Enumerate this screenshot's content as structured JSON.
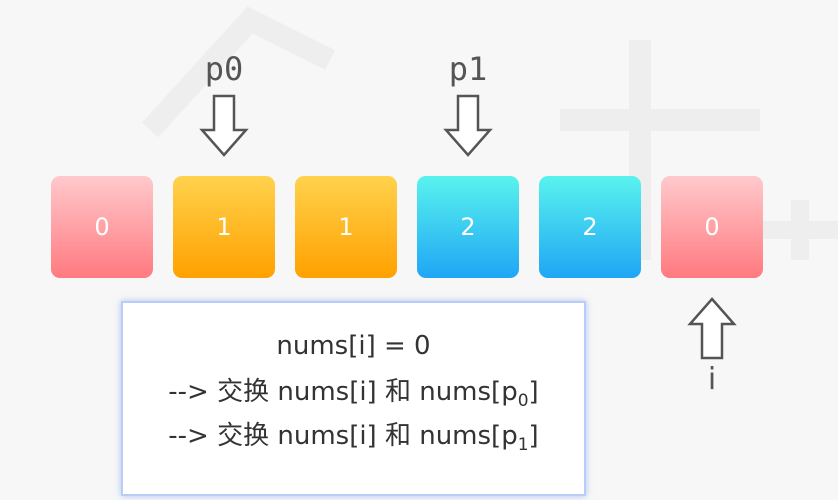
{
  "array": [
    {
      "value": "0",
      "color": "red"
    },
    {
      "value": "1",
      "color": "yellow"
    },
    {
      "value": "1",
      "color": "yellow"
    },
    {
      "value": "2",
      "color": "cyan"
    },
    {
      "value": "2",
      "color": "cyan"
    },
    {
      "value": "0",
      "color": "red"
    }
  ],
  "pointers": {
    "p0": {
      "label": "p0",
      "index": 1
    },
    "p1": {
      "label": "p1",
      "index": 3
    },
    "i": {
      "label": "i",
      "index": 5
    }
  },
  "info": {
    "line1": "nums[i] = 0",
    "line2_prefix": "--> 交换 nums[i] 和 nums[p",
    "line2_sub": "0",
    "line2_suffix": "]",
    "line3_prefix": "--> 交换 nums[i] 和 nums[p",
    "line3_sub": "1",
    "line3_suffix": "]"
  },
  "colors": {
    "red_top": "#ffc9cc",
    "red_bottom": "#ff7a80",
    "yellow_top": "#ffd24d",
    "yellow_bottom": "#ffa100",
    "cyan_top": "#59f3ee",
    "cyan_bottom": "#1fa6f5",
    "box_border": "#b9cdf7"
  }
}
